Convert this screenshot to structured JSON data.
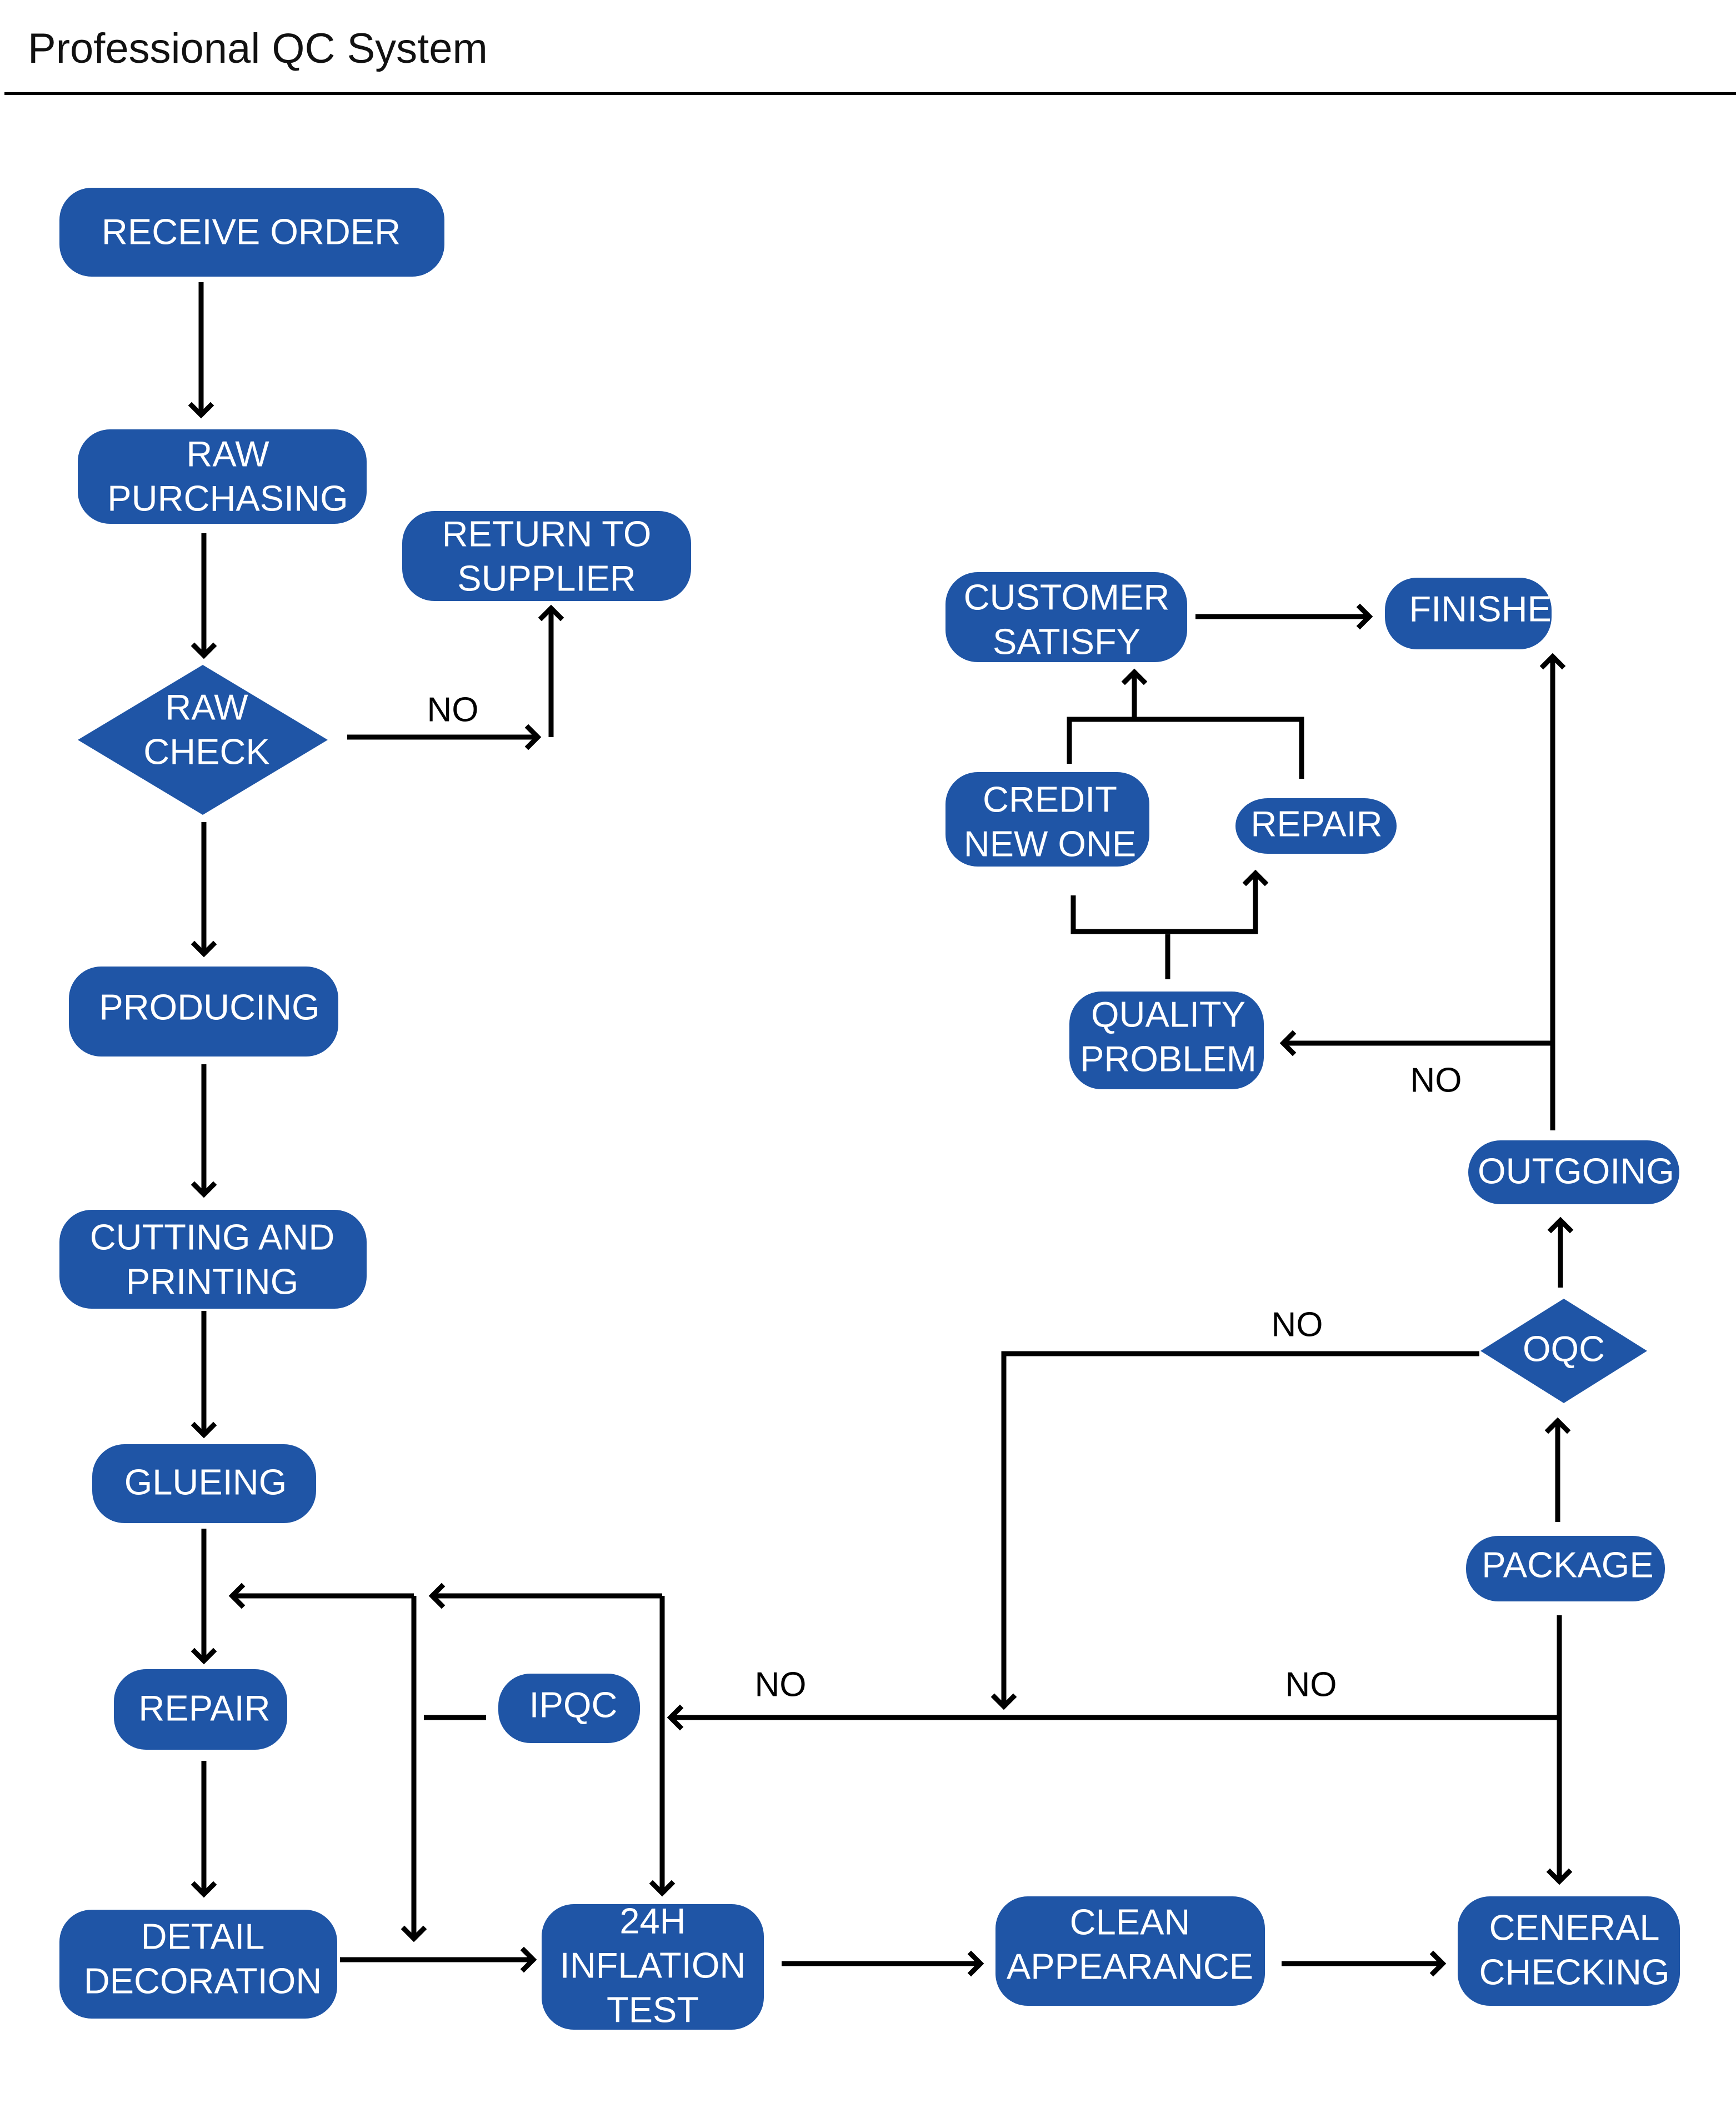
{
  "title": "Professional QC System",
  "colors": {
    "node_fill": "#1f55a6",
    "node_text": "#ffffff",
    "edge": "#000000",
    "label": "#000000"
  },
  "nodes": {
    "receive_order": [
      "RECEIVE ORDER"
    ],
    "raw_purchasing": [
      "RAW",
      "PURCHASING"
    ],
    "return_to_supplier": [
      "RETURN TO",
      "SUPPLIER"
    ],
    "raw_check": [
      "RAW",
      "CHECK"
    ],
    "producing": [
      "PRODUCING"
    ],
    "cutting_and_printing": [
      "CUTTING AND",
      "PRINTING"
    ],
    "glueing": [
      "GLUEING"
    ],
    "repair_main": [
      "REPAIR"
    ],
    "ipqc": [
      "IPQC"
    ],
    "detail_decoration": [
      "DETAIL",
      "DECORATION"
    ],
    "inflation_test": [
      "24H",
      "INFLATION",
      "TEST"
    ],
    "clean_appearance": [
      "CLEAN",
      "APPEARANCE"
    ],
    "general_checking": [
      "CENERAL",
      "CHECKING"
    ],
    "package": [
      "PACKAGE"
    ],
    "oqc": [
      "OQC"
    ],
    "outgoing": [
      "OUTGOING"
    ],
    "finished": [
      "FINISHEO"
    ],
    "quality_problem": [
      "QUALITY",
      "PROBLEM"
    ],
    "credit_new_one": [
      "CREDIT",
      "NEW ONE"
    ],
    "repair_after": [
      "REPAIR"
    ],
    "customer_satisfy": [
      "CUSTOMER",
      "SATISFY"
    ]
  },
  "edge_labels": {
    "raw_check_no": "NO",
    "outgoing_no": "NO",
    "oqc_no": "NO",
    "ipqc_no": "NO",
    "checking_no": "NO"
  }
}
